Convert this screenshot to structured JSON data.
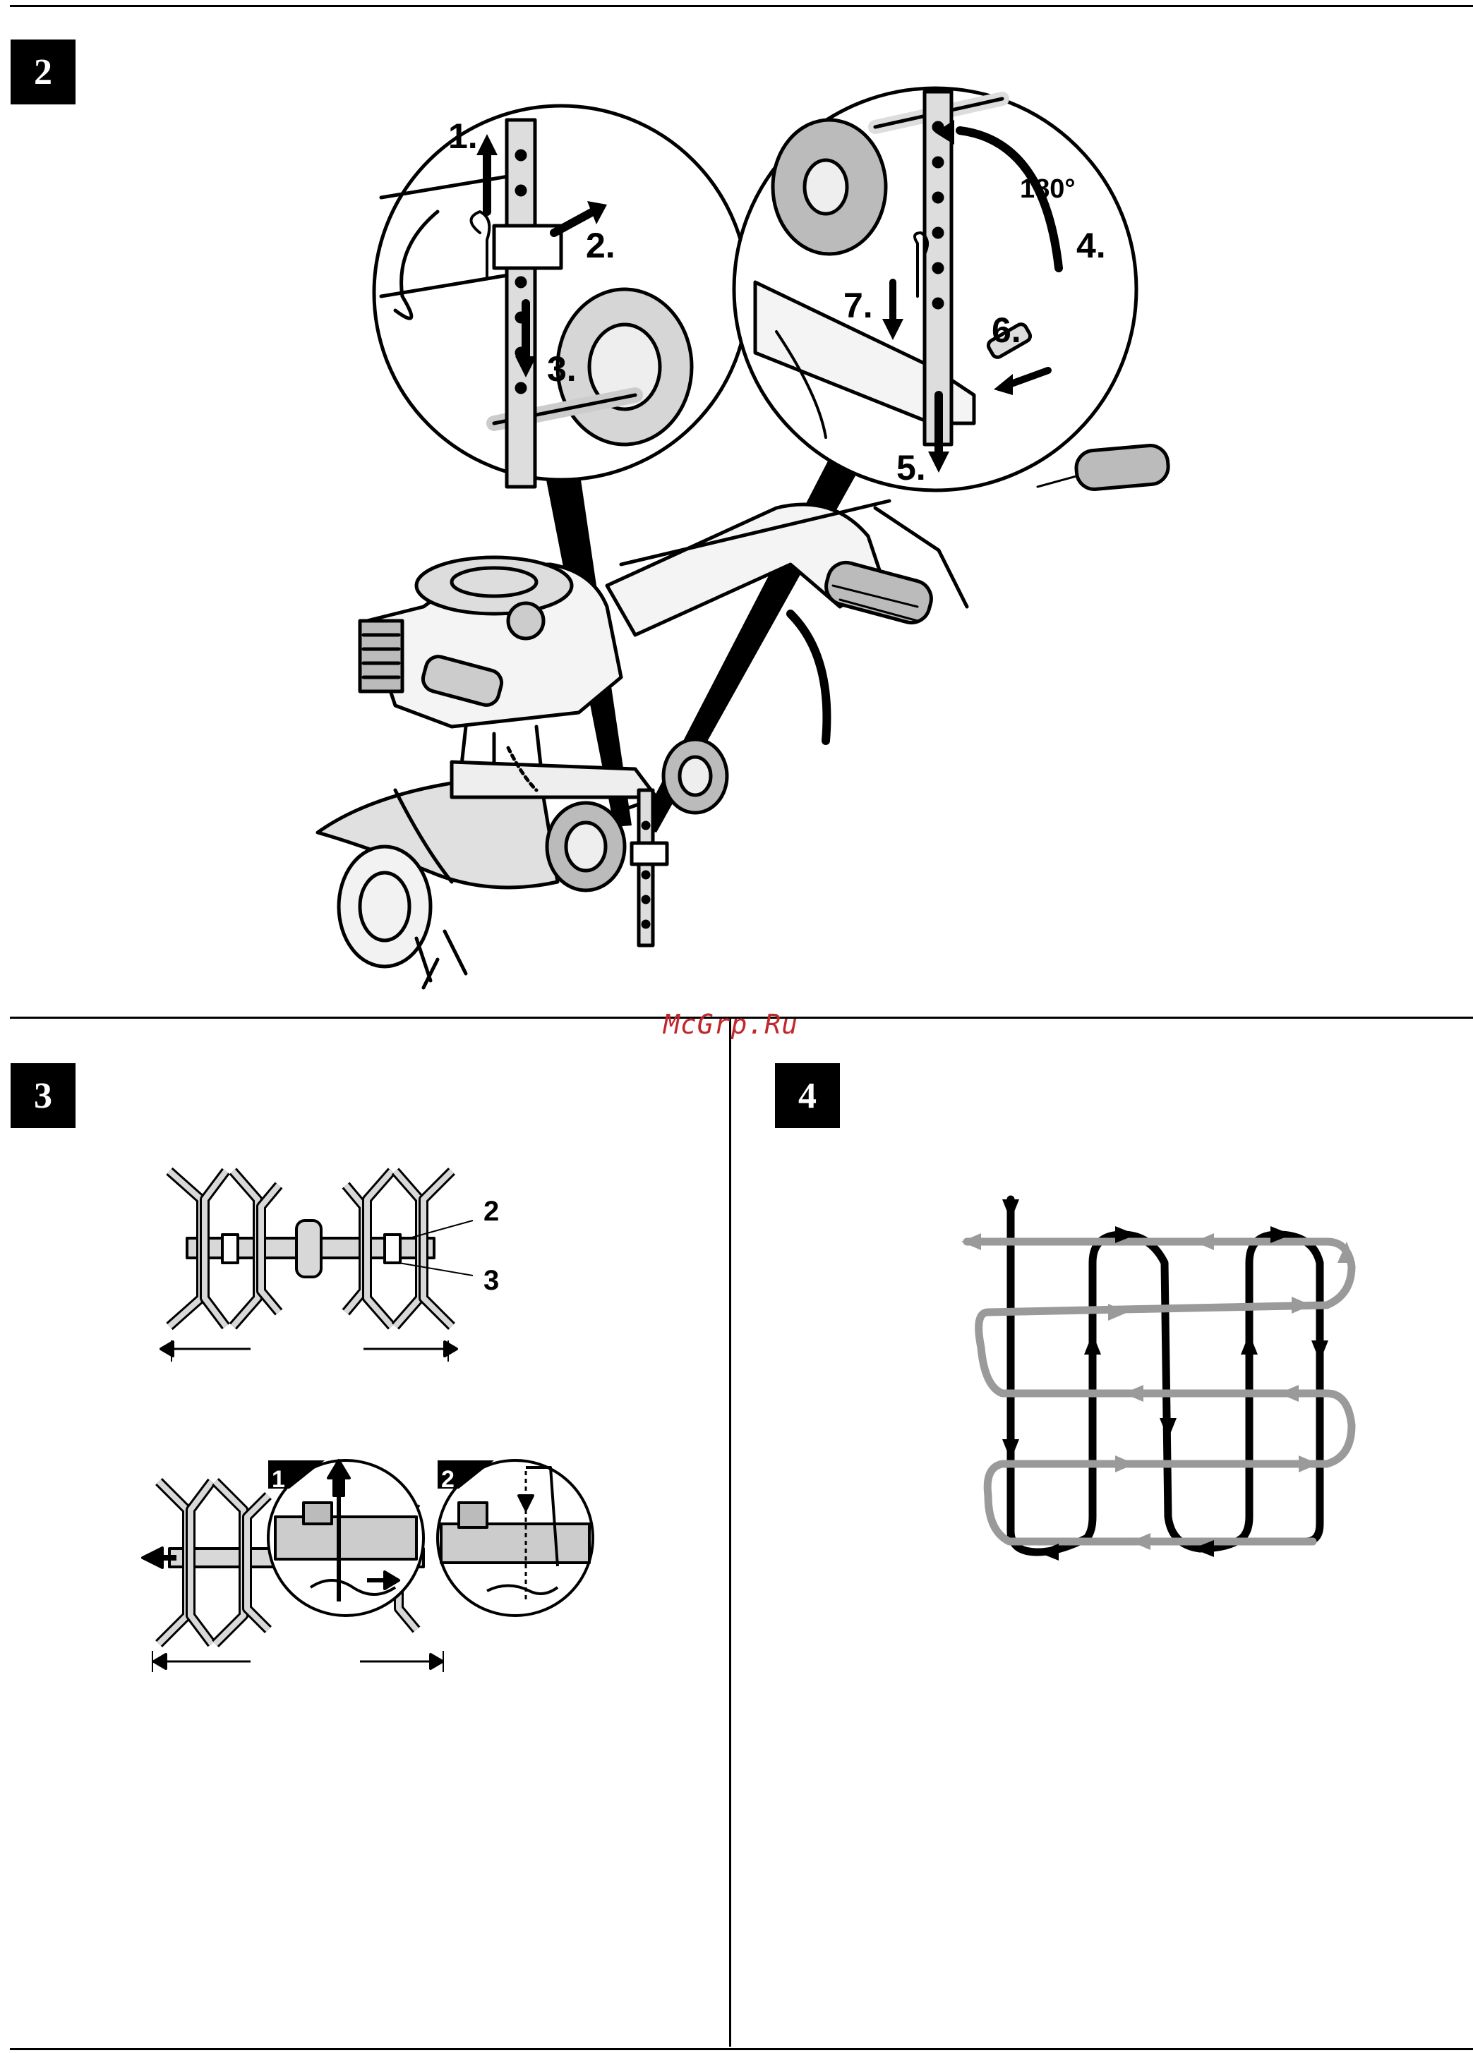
{
  "watermark": "McGrp.Ru",
  "sections": [
    {
      "number": "2"
    },
    {
      "number": "3"
    },
    {
      "number": "4"
    }
  ],
  "figure2": {
    "steps": [
      "1.",
      "2.",
      "3.",
      "4.",
      "5.",
      "6.",
      "7."
    ],
    "rotation": "180°"
  },
  "figure3": {
    "callouts": [
      "2",
      "3"
    ],
    "inset_numbers": [
      "1",
      "2"
    ]
  },
  "colors": {
    "ink": "#000000",
    "grey": "#9a9a9a",
    "light": "#d8d8d8",
    "watermark": "#c0282d"
  }
}
